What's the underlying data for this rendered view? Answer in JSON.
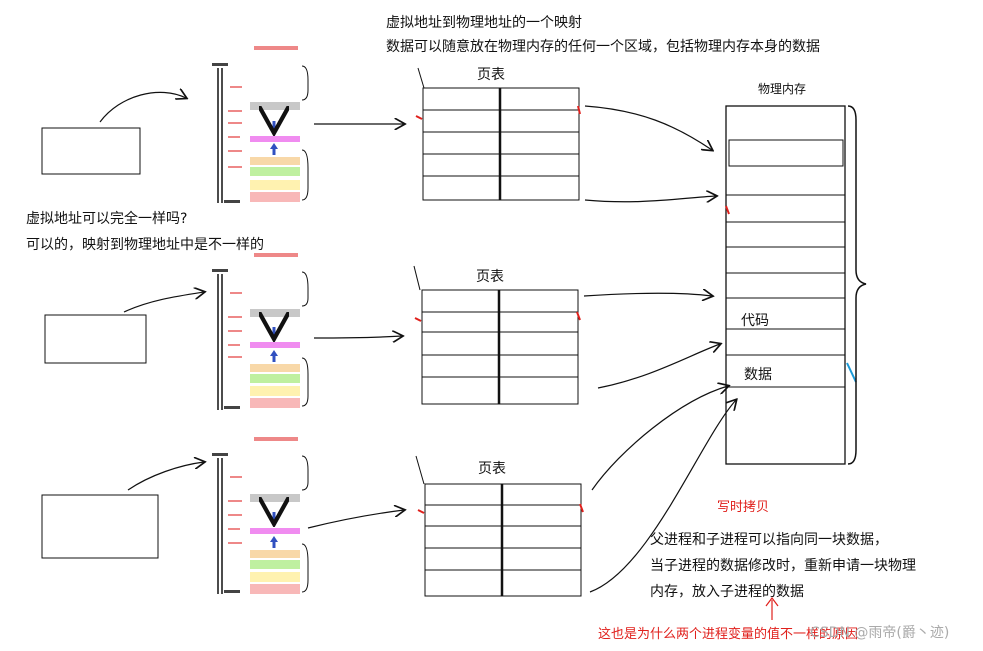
{
  "header": {
    "line1": "虚拟地址到物理地址的一个映射",
    "line2": "数据可以随意放在物理内存的任何一个区域，包括物理内存本身的数据"
  },
  "question": {
    "line1": "虚拟地址可以完全一样吗?",
    "line2": "可以的，映射到物理地址中是不一样的"
  },
  "page_table_label": "页表",
  "physical_memory": {
    "title": "物理内存",
    "code_label": "代码",
    "data_label": "数据"
  },
  "cow": {
    "title": "写时拷贝",
    "line1": "父进程和子进程可以指向同一块数据，",
    "line2": "当子进程的数据修改时，重新申请一块物理",
    "line3": "内存，放入子进程的数据",
    "footer": "这也是为什么两个进程变量的值不一样的原因",
    "watermark": "CSDN @雨帝(爵丶迹)"
  },
  "colors": {
    "ink": "#111111",
    "annotation_red": "#e0201c",
    "segment_gray": "#c8c8c8",
    "segment_magenta": "#f08cf0",
    "segment_orange": "#f8d8a8",
    "segment_green": "#bff0a0",
    "segment_yellow": "#fff2b0",
    "segment_pink": "#f8b8b8",
    "arrow_blue": "#3050c0",
    "edit_blue": "#1a9ad8"
  }
}
